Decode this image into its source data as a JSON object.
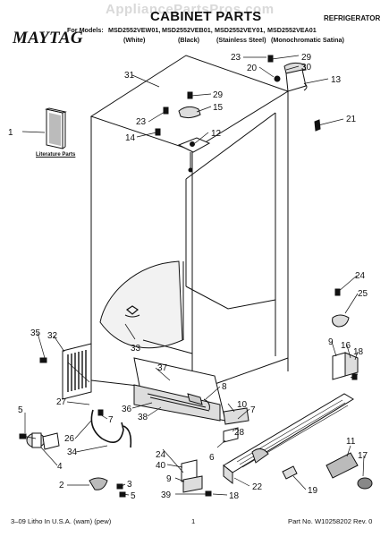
{
  "watermark": "AppliancePartsPros.com",
  "header": {
    "title": "CABINET PARTS",
    "category": "REFRIGERATOR",
    "brand_logo": "MAYTAG",
    "models_prefix": "For Models:",
    "models": [
      "MSD2552VEW01,",
      "MSD2552VEB01,",
      "MSD2552VEY01,",
      "MSD2552VEA01"
    ],
    "variants": [
      "(White)",
      "(Black)",
      "(Stainless Steel)",
      "(Monochromatic Satina)"
    ]
  },
  "literature_label": "Literature Parts",
  "part_numbers": [
    "1",
    "2",
    "3",
    "4",
    "5",
    "6",
    "7",
    "8",
    "9",
    "10",
    "11",
    "12",
    "13",
    "14",
    "15",
    "16",
    "17",
    "18",
    "19",
    "20",
    "21",
    "22",
    "23",
    "24",
    "25",
    "26",
    "27",
    "28",
    "29",
    "30",
    "31",
    "32",
    "33",
    "34",
    "35",
    "36",
    "37",
    "38",
    "39",
    "40"
  ],
  "footer": {
    "left": "3–09 Litho In U.S.A. (wam) (pew)",
    "center": "1",
    "right": "Part No. W10258202 Rev. 0"
  }
}
